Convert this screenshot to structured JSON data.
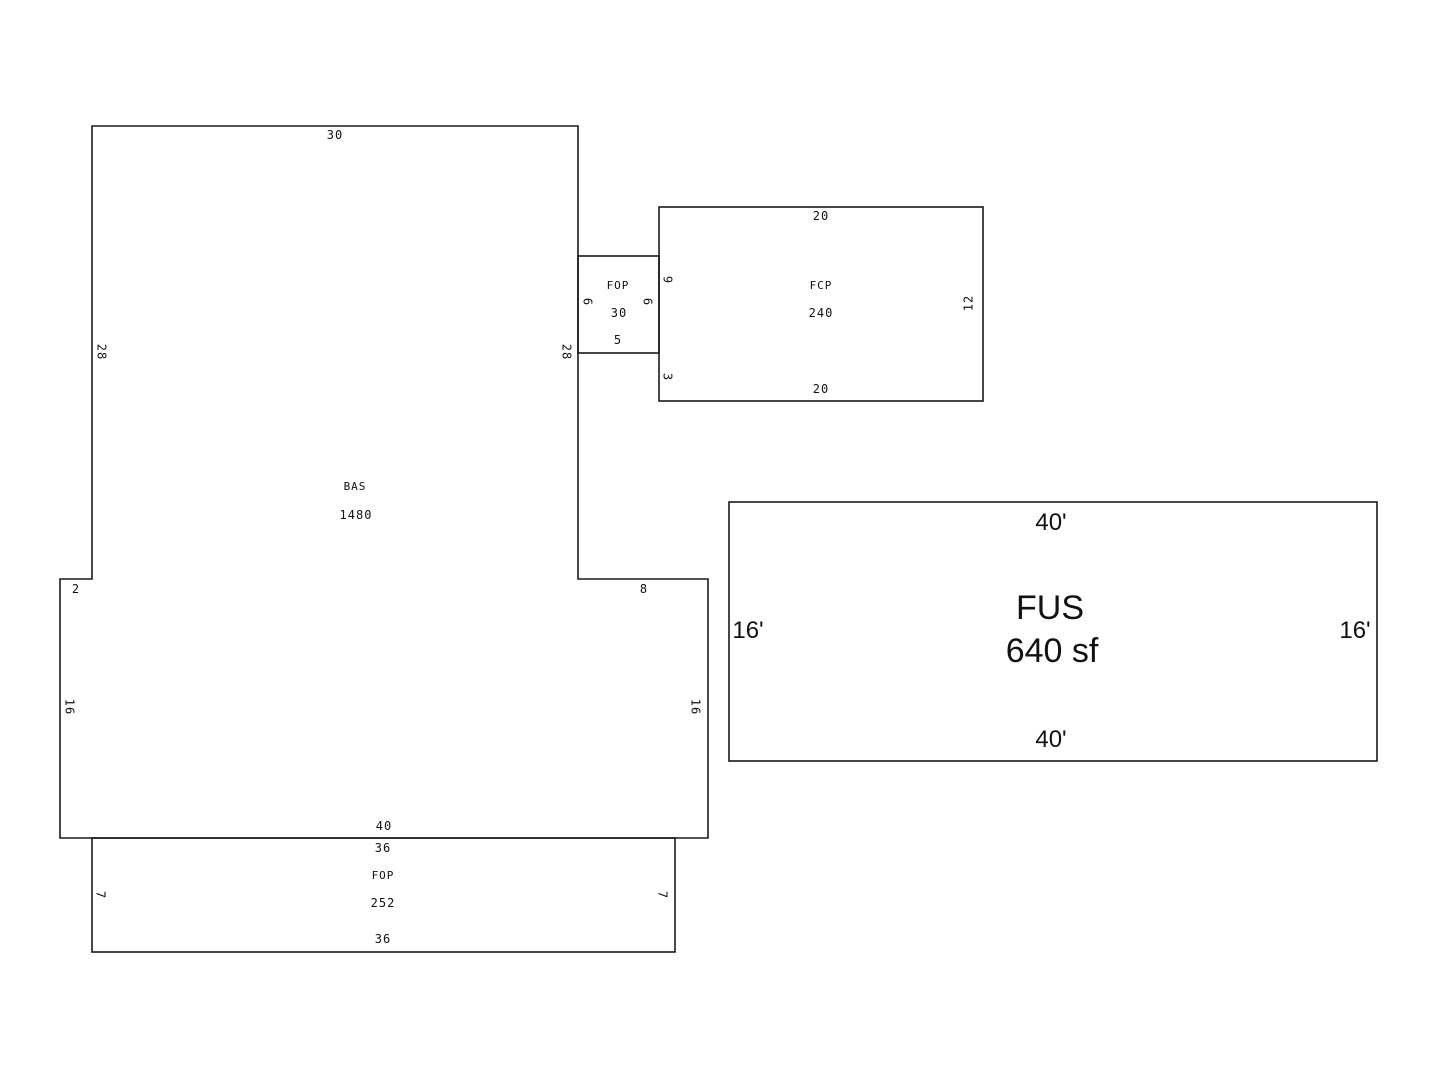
{
  "sketch": {
    "bas": {
      "code": "BAS",
      "area": "1480",
      "dims": {
        "top": "30",
        "left_upper": "28",
        "right_upper": "28",
        "left_step": "2",
        "right_step": "8",
        "left_lower": "16",
        "right_lower": "16",
        "bottom": "40"
      }
    },
    "fop_small": {
      "code": "FOP",
      "area": "30",
      "dims": {
        "left": "6",
        "right": "6",
        "bottom": "5"
      }
    },
    "fcp": {
      "code": "FCP",
      "area": "240",
      "dims": {
        "top": "20",
        "bottom": "20",
        "right": "12",
        "left_top": "9",
        "left_bottom": "3"
      }
    },
    "fop_bottom": {
      "code": "FOP",
      "area": "252",
      "dims": {
        "top": "36",
        "bottom": "36",
        "left": "7",
        "right": "7"
      }
    },
    "fus": {
      "code": "FUS",
      "area": "640 sf",
      "dims": {
        "top": "40'",
        "bottom": "40'",
        "left": "16'",
        "right": "16'"
      }
    }
  }
}
